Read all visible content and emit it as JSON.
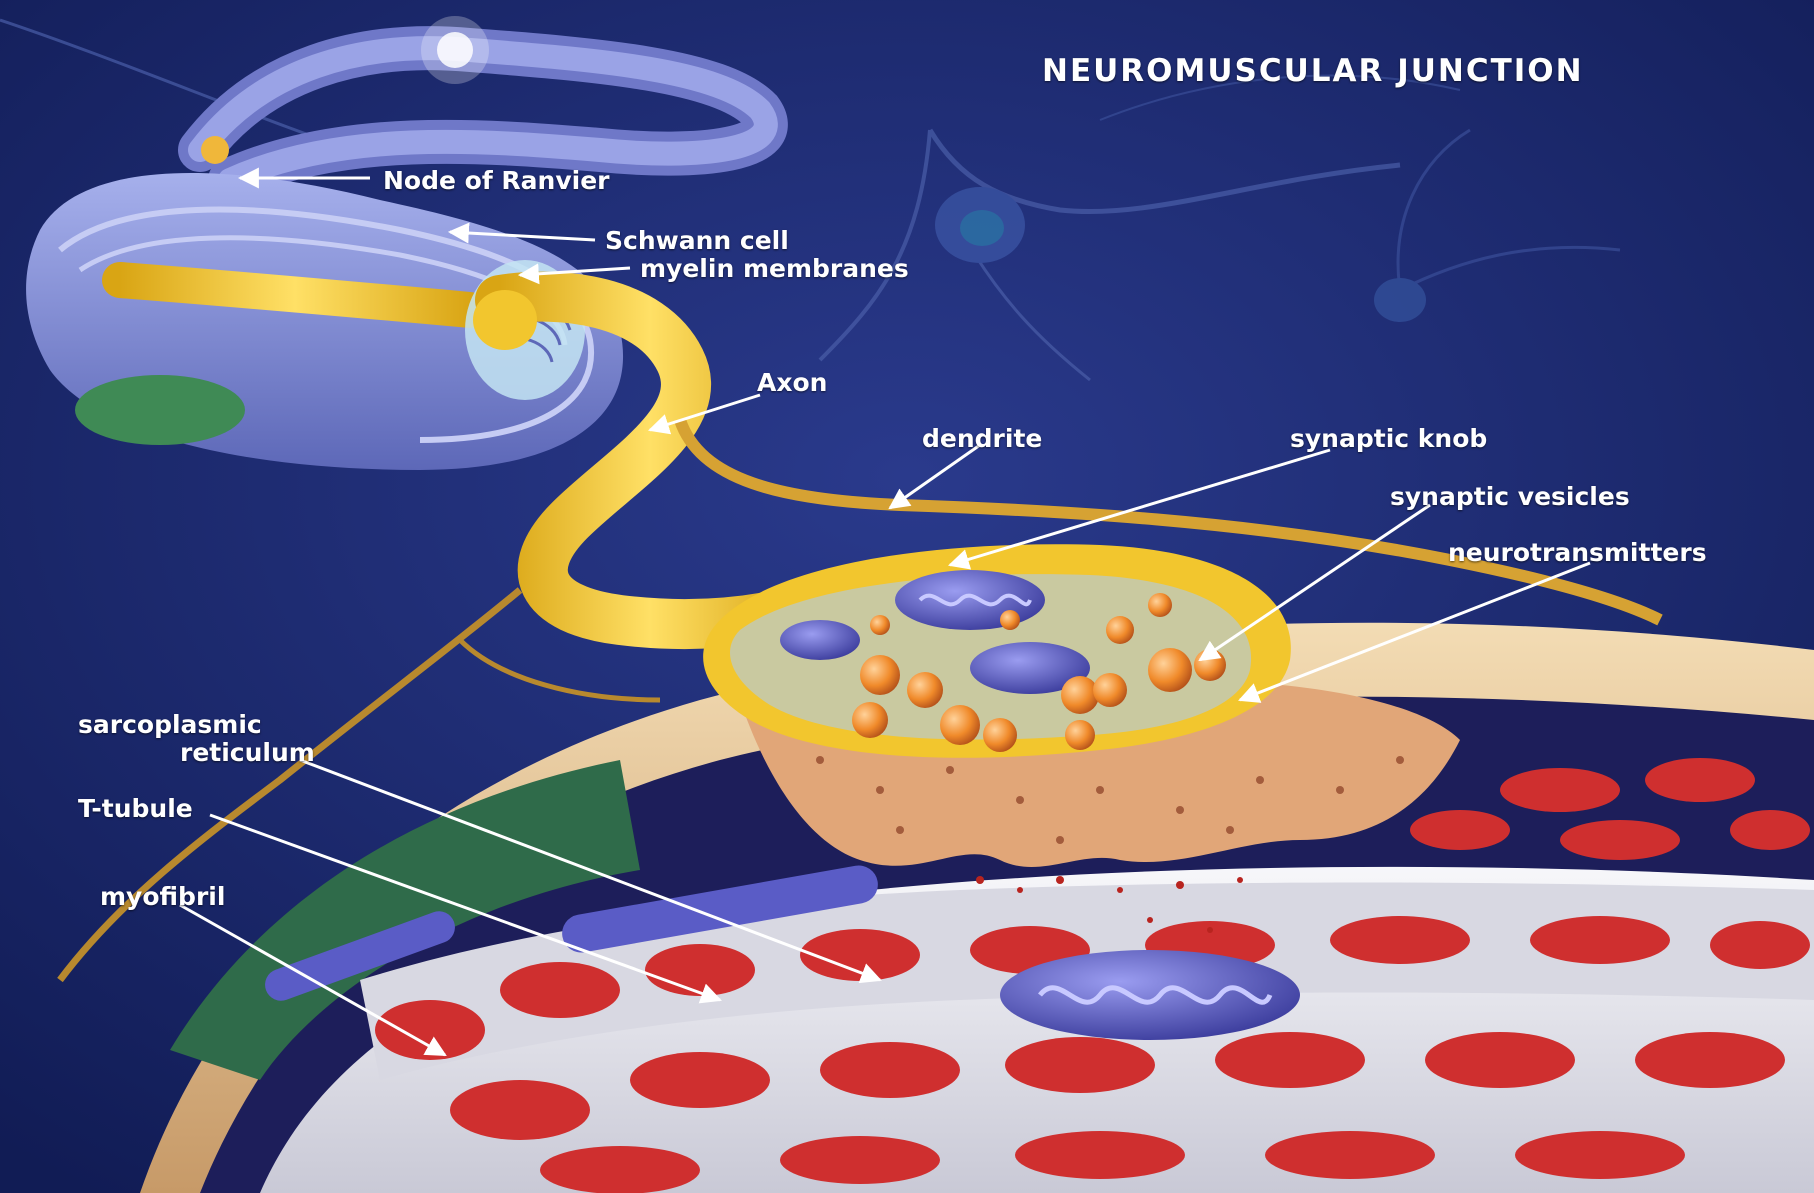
{
  "title": "NEUROMUSCULAR JUNCTION",
  "labels": {
    "node_of_ranvier": "Node of Ranvier",
    "schwann_cell": "Schwann cell",
    "myelin_membranes": "myelin membranes",
    "axon": "Axon",
    "dendrite": "dendrite",
    "synaptic_knob": "synaptic knob",
    "synaptic_vesicles": "synaptic vesicles",
    "neurotransmitters": "neurotransmitters",
    "sarcoplasmic_1": "sarcoplasmic",
    "sarcoplasmic_2": "reticulum",
    "t_tubule": "T-tubule",
    "myofibril": "myofibril"
  },
  "colors": {
    "background": "#1a2a6e",
    "axon": "#f2c62e",
    "myelin": "#8f9be0",
    "muscle_sheath": "#e8c79a",
    "myofibril": "#cf2f2f",
    "t_tubule": "#eeeef2",
    "vesicle": "#f08a2a",
    "mitochondrion": "#5a5cc6",
    "label_text": "#ffffff"
  }
}
